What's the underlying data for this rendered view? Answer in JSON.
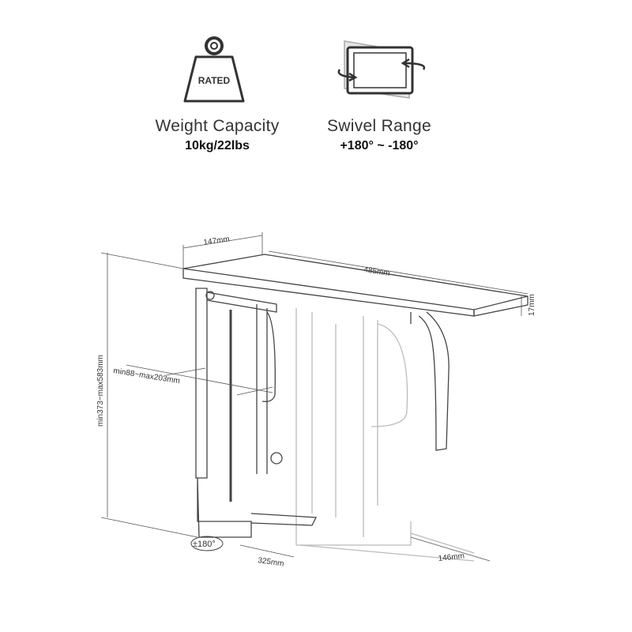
{
  "specs": [
    {
      "icon": "weight-icon",
      "badge": "RATED",
      "title": "Weight Capacity",
      "value": "10kg/22lbs"
    },
    {
      "icon": "swivel-icon",
      "title": "Swivel Range",
      "value": "+180° ~ -180°"
    }
  ],
  "diagram": {
    "dims": {
      "depth_top": "147mm",
      "length": "485mm",
      "thickness": "17mm",
      "height": "min373~max583mm",
      "width_range": "min88~max203mm",
      "rotation": "±180°",
      "slide": "325mm",
      "base": "146mm"
    }
  }
}
